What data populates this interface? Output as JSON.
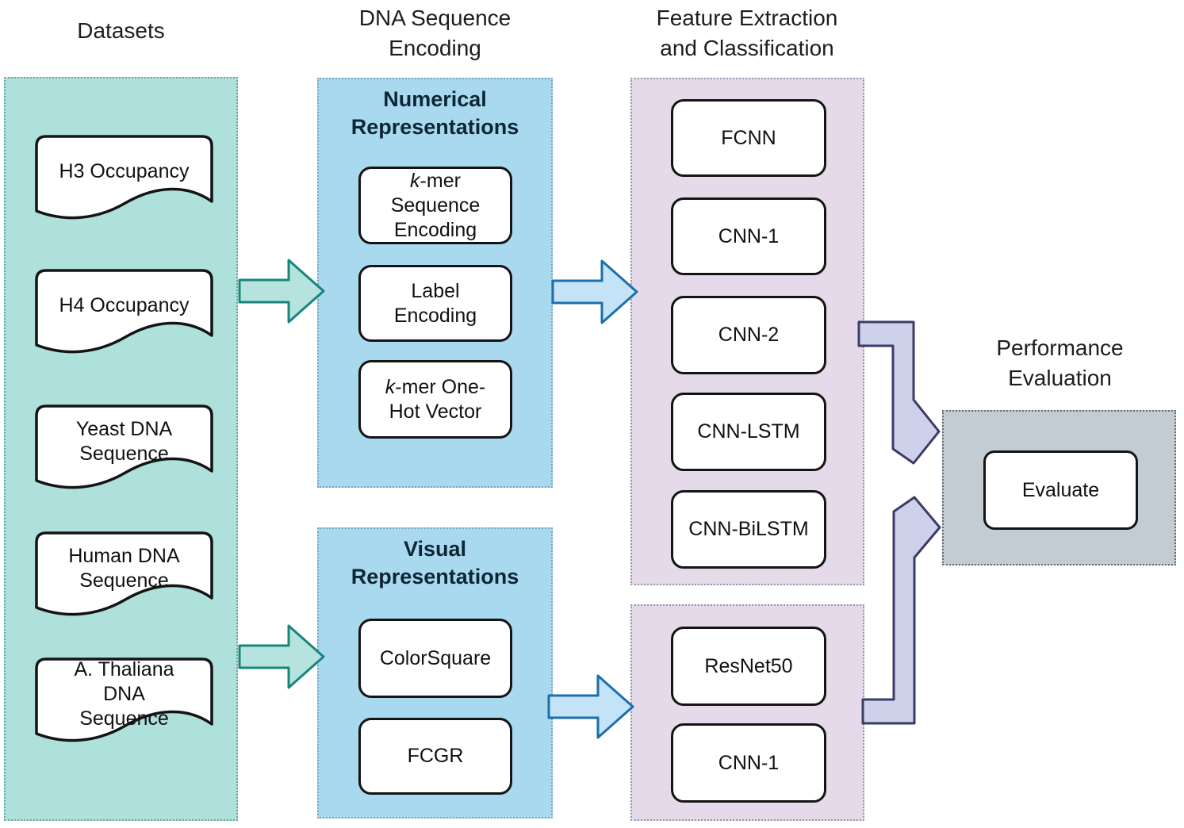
{
  "datasets": {
    "header": "Datasets",
    "items": [
      "H3 Occupancy",
      "H4 Occupancy",
      "Yeast DNA Sequence",
      "Human DNA Sequence",
      "A. Thaliana DNA Sequence"
    ]
  },
  "encoding": {
    "header": "DNA Sequence Encoding",
    "numerical": {
      "title": "Numerical Representations",
      "items": [
        "k-mer Sequence Encoding",
        "Label Encoding",
        "k-mer One-Hot Vector"
      ]
    },
    "visual": {
      "title": "Visual Representations",
      "items": [
        "ColorSquare",
        "FCGR"
      ]
    }
  },
  "features": {
    "header": "Feature Extraction and Classification",
    "numerical_models": [
      "FCNN",
      "CNN-1",
      "CNN-2",
      "CNN-LSTM",
      "CNN-BiLSTM"
    ],
    "visual_models": [
      "ResNet50",
      "CNN-1"
    ]
  },
  "performance": {
    "header": "Performance Evaluation",
    "node": "Evaluate"
  },
  "colors": {
    "datasets_panel": "#aee1dc",
    "encoding_panel": "#a9d9ef",
    "features_panel": "#e5daea",
    "performance_panel": "#c3ccd3",
    "teal_arrow_fill": "#b6e3de",
    "teal_arrow_stroke": "#17857c",
    "blue_arrow_fill": "#c4e3f6",
    "blue_arrow_stroke": "#1b6fad",
    "elbow_arrow_fill": "#cdd1e9",
    "elbow_arrow_stroke": "#3b3b67"
  }
}
